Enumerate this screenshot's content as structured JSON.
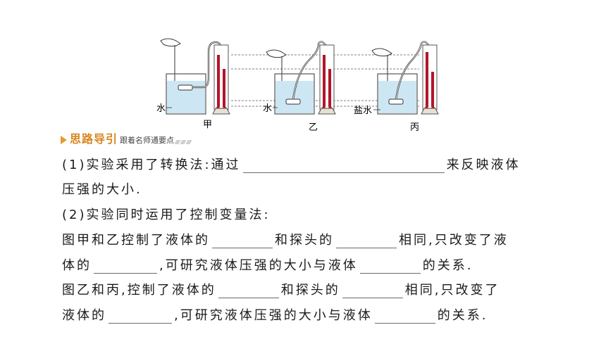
{
  "figure": {
    "labels": {
      "water_a": "水",
      "water_b": "水",
      "salt_water": "盐水",
      "cap_jia": "甲",
      "cap_yi": "乙",
      "cap_bing": "丙"
    },
    "colors": {
      "liquid": "#cde6f3",
      "manometer": "#b3142a",
      "guide": "#e39b2d"
    }
  },
  "guide": {
    "title": "思路导引",
    "subtitle": "跟着名师通要点"
  },
  "q1": {
    "part1": "(1)实验采用了转换法:通过",
    "part2": "来反映液体",
    "part3": "压强的大小."
  },
  "q2": {
    "heading": "(2)实验同时运用了控制变量法:",
    "l1a": "图甲和乙控制了液体的",
    "l1b": "和探头的",
    "l1c": "相同,只改变了液",
    "l2a": "体的",
    "l2b": ",可研究液体压强的大小与液体",
    "l2c": "的关系.",
    "l3a": "图乙和丙,控制了液体的",
    "l3b": "和探头的",
    "l3c": "相同,只改变了",
    "l4a": "液体的",
    "l4b": ",可研究液体压强的大小与液体",
    "l4c": "的关系."
  }
}
